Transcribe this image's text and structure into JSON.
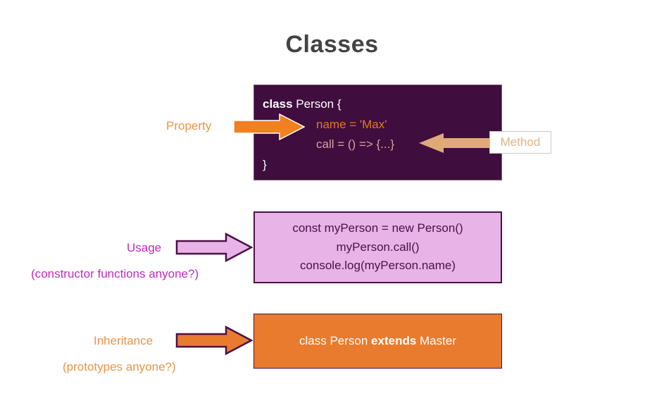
{
  "slide": {
    "title": "Classes",
    "background": "#ffffff",
    "title_color": "#434343"
  },
  "code_block": {
    "background": "#3F0D3E",
    "lines": [
      {
        "keyword": "class",
        "rest": " Person {"
      },
      {
        "text": "name = 'Max'",
        "color": "#E07B20"
      },
      {
        "text": "call = () => {...}",
        "color": "#DBA3A0"
      },
      {
        "text": "}"
      }
    ]
  },
  "usage_block": {
    "background": "#E8B4E8",
    "border_color": "#4B1048",
    "text_color": "#4B1048",
    "lines": [
      "const myPerson = new Person()",
      "myPerson.call()",
      "console.log(myPerson.name)"
    ]
  },
  "inherit_block": {
    "background": "#E87B2E",
    "text_color": "#ffffff",
    "prefix": "class Person ",
    "keyword": "extends",
    "suffix": " Master"
  },
  "annotations": {
    "property": {
      "label": "Property",
      "color": "#E8954A",
      "arrow_color": "#F08020",
      "direction": "right"
    },
    "method": {
      "label": "Method",
      "color": "#E0B48A",
      "arrow_color": "#E0A978",
      "direction": "left"
    },
    "usage": {
      "label": "Usage",
      "sublabel": "(constructor functions anyone?)",
      "color": "#C22BC2",
      "arrow_color": "#E8B4E8",
      "arrow_outline": "#4B1048",
      "direction": "right"
    },
    "inheritance": {
      "label": "Inheritance",
      "sublabel": "(prototypes anyone?)",
      "color": "#E8954A",
      "arrow_color": "#E87B2E",
      "arrow_outline": "#4B1048",
      "direction": "right"
    }
  }
}
